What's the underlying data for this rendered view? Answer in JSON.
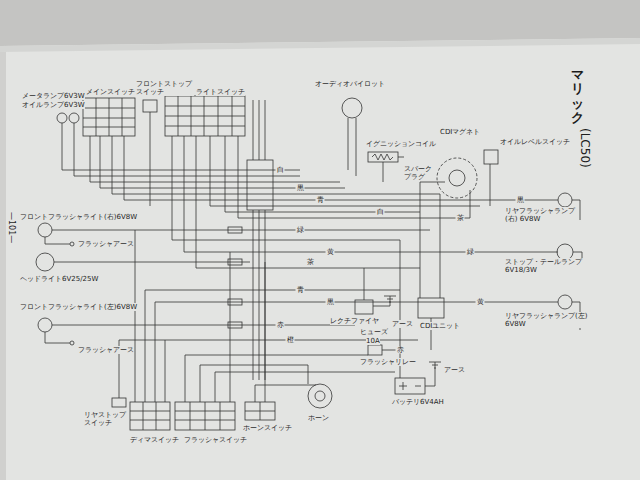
{
  "diagram": {
    "title": "マリック",
    "labels": [
      "メータランプ6V3W",
      "オイルランプ6V3W",
      "メインスイッチ",
      "フロントストップ スイッチ",
      "ライトスイッチ",
      "オーディオパイロット",
      "イグニッションコイル",
      "スパーク プラグ",
      "CDIマグネト",
      "オイルレベルスイッチ",
      "リヤフラッシャランプ (右) 6V8W",
      "ストップ・テールランプ 6V18/3W",
      "リヤフラッシャランプ(左) 6V8W",
      "フロントフラッシャライト(右)6V8W",
      "フラッシャアース",
      "ヘッドライト6V25/25W",
      "フロントフラッシャライト(左)6V8W",
      "フラッシャアース",
      "レクチファイヤ",
      "ヒューズ",
      "10A",
      "アース",
      "CDIユニット",
      "フラッシャリレー",
      "ホーン",
      "バッテリ6V4AH",
      "アース",
      "リヤストップ スイッチ",
      "ディマスイッチ",
      "フラッシャスイッチ",
      "ホーンスイッチ",
      "(LC50)",
      "—101—",
      "白",
      "黒",
      "青",
      "緑",
      "黄",
      "茶",
      "青",
      "黒",
      "赤",
      "橙",
      "緑",
      "黄",
      "黒",
      "白",
      "茶",
      "赤"
    ]
  }
}
